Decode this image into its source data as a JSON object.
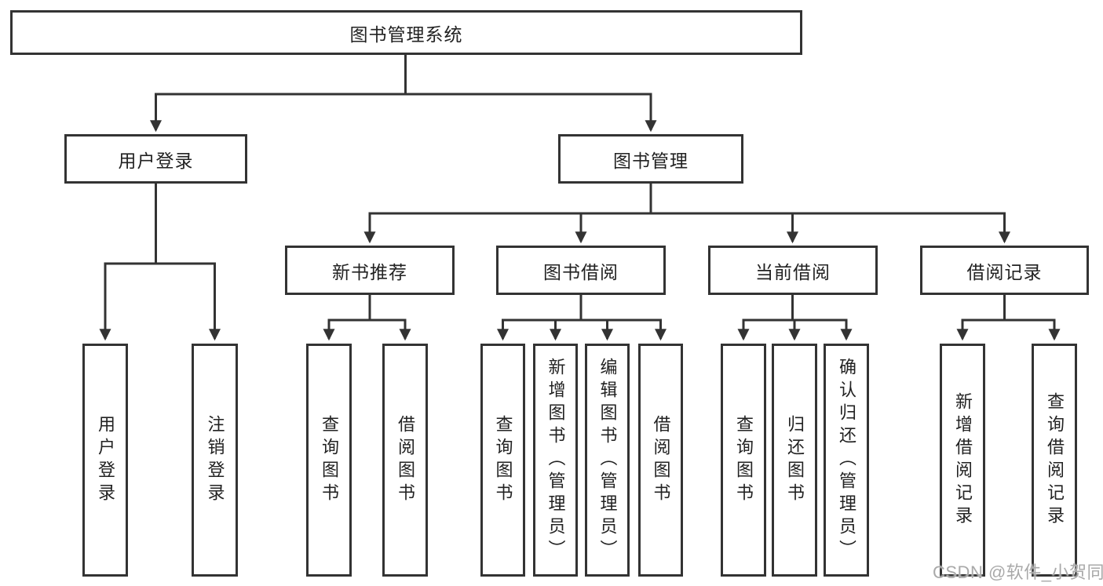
{
  "title": "图书管理系统",
  "branches": {
    "user_login": {
      "label": "用户登录",
      "children": [
        "用户登录",
        "注销登录"
      ]
    },
    "book_management": {
      "label": "图书管理",
      "sections": {
        "new_book_recommend": {
          "label": "新书推荐",
          "children": [
            "查询图书",
            "借阅图书"
          ]
        },
        "book_borrow": {
          "label": "图书借阅",
          "children": [
            "查询图书",
            "新增图书（管理员）",
            "编辑图书（管理员）",
            "借阅图书"
          ]
        },
        "current_borrow": {
          "label": "当前借阅",
          "children": [
            "查询图书",
            "归还图书",
            "确认归还（管理员）"
          ]
        },
        "borrow_record": {
          "label": "借阅记录",
          "children": [
            "新增借阅记录",
            "查询借阅记录"
          ]
        }
      }
    }
  },
  "watermark": "CSDN @软件_小贺同学",
  "colors": {
    "line": "#333333",
    "box_border": "#333333",
    "box_fill": "#ffffff",
    "text": "#222222",
    "watermark": "#a9a9a9",
    "background": "#ffffff"
  }
}
